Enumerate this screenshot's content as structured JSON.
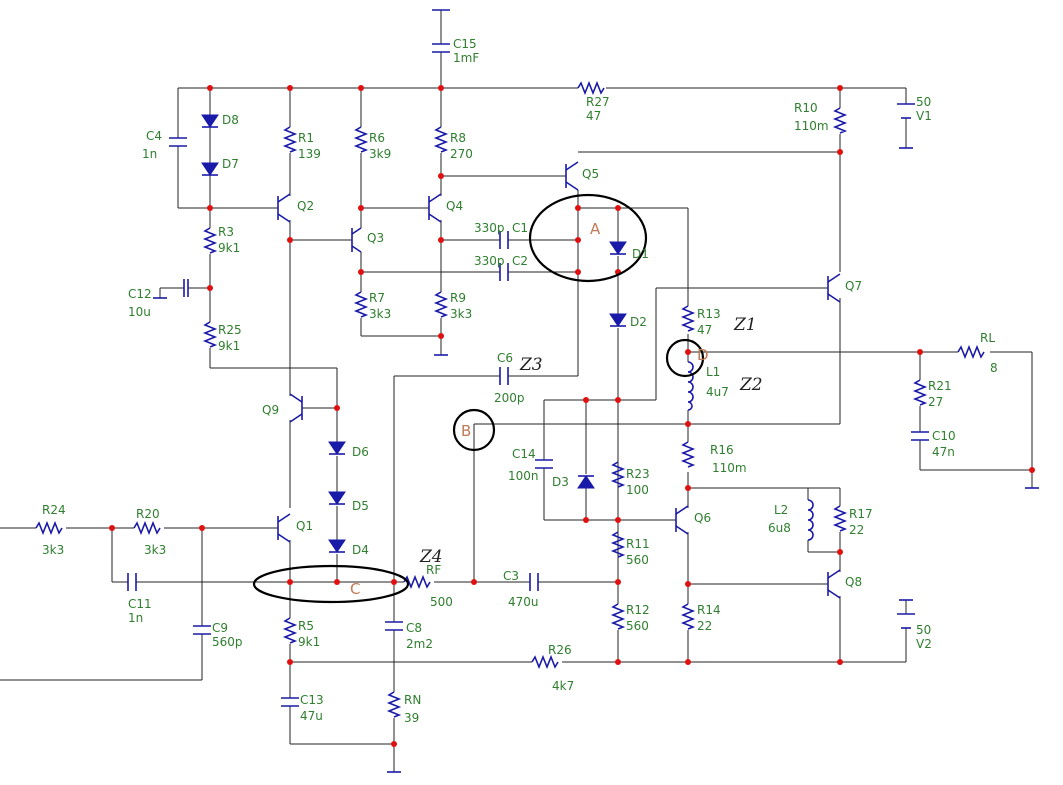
{
  "labels": {
    "C15": "C15",
    "C15_val": "1mF",
    "R27": "R27",
    "R27_val": "47",
    "V1": "V1",
    "V1_val": "50",
    "R10": "R10",
    "R10_val": "110m",
    "C4": "C4",
    "C4_val": "1n",
    "D8": "D8",
    "D7": "D7",
    "R1": "R1",
    "R1_val": "139",
    "R6": "R6",
    "R6_val": "3k9",
    "R8": "R8",
    "R8_val": "270",
    "Q5": "Q5",
    "Q2": "Q2",
    "Q4": "Q4",
    "Q3": "Q3",
    "C1": "C1",
    "C1_val": "330p",
    "C2": "C2",
    "C2_val": "330p",
    "D1": "D1",
    "D2": "D2",
    "R3": "R3",
    "R3_val": "9k1",
    "C12": "C12",
    "C12_val": "10u",
    "R25": "R25",
    "R25_val": "9k1",
    "R7": "R7",
    "R7_val": "3k3",
    "R9": "R9",
    "R9_val": "3k3",
    "Q7": "Q7",
    "R13": "R13",
    "R13_val": "47",
    "C6": "C6",
    "C6_val": "200p",
    "L1": "L1",
    "L1_val": "4u7",
    "RL": "RL",
    "RL_val": "8",
    "R21": "R21",
    "R21_val": "27",
    "C10": "C10",
    "C10_val": "47n",
    "Q9": "Q9",
    "D6": "D6",
    "D5": "D5",
    "D4": "D4",
    "C14": "C14",
    "C14_val": "100n",
    "D3": "D3",
    "R16": "R16",
    "R16_val": "110m",
    "R23": "R23",
    "R23_val": "100",
    "L2": "L2",
    "L2_val": "6u8",
    "R17": "R17",
    "R17_val": "22",
    "Q6": "Q6",
    "Q1": "Q1",
    "R24": "R24",
    "R24_val": "3k3",
    "R20": "R20",
    "R20_val": "3k3",
    "C11": "C11",
    "C11_val": "1n",
    "C9": "C9",
    "C9_val": "560p",
    "RF": "RF",
    "RF_val": "500",
    "C3": "C3",
    "C3_val": "470u",
    "R11": "R11",
    "R11_val": "560",
    "Q8": "Q8",
    "R5": "R5",
    "R5_val": "9k1",
    "C8": "C8",
    "C8_val": "2m2",
    "R12": "R12",
    "R12_val": "560",
    "R14": "R14",
    "R14_val": "22",
    "V2": "V2",
    "V2_val": "50",
    "R26": "R26",
    "R26_val": "4k7",
    "C13": "C13",
    "C13_val": "47u",
    "RN": "RN",
    "RN_val": "39"
  },
  "annotations": {
    "A": "A",
    "B": "B",
    "C": "C",
    "D": "D",
    "Z1": "Z1",
    "Z2": "Z2",
    "Z3": "Z3",
    "Z4": "Z4"
  },
  "colors": {
    "wire": "#232323",
    "component": "#1a1aa8",
    "node": "#e01010",
    "label": "#2f7f2f",
    "annotation": "#c07a55"
  }
}
